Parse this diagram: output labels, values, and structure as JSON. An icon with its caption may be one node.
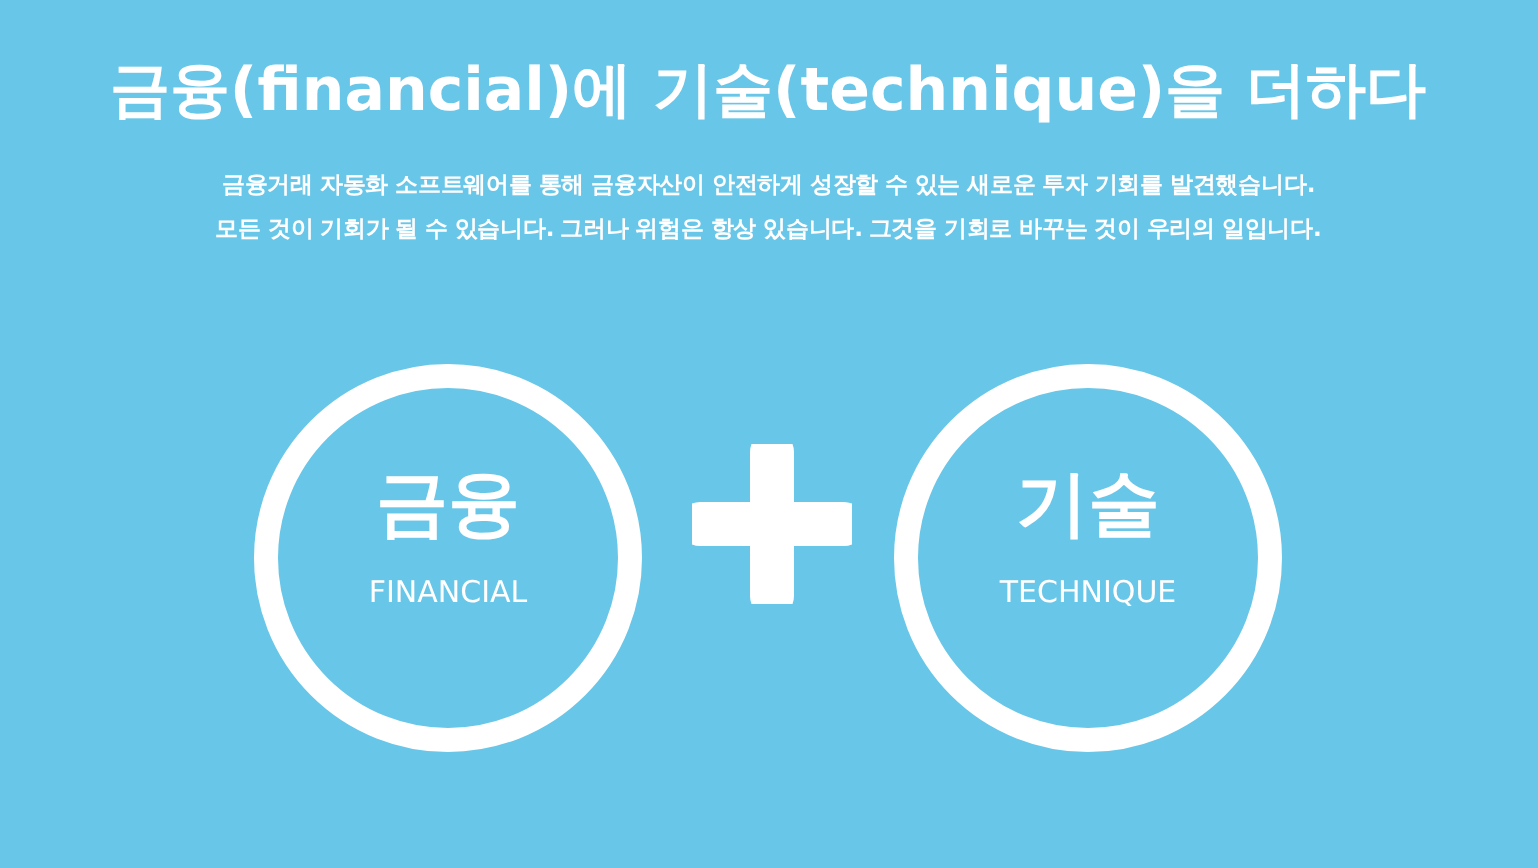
{
  "diagram": {
    "title": "금융(financial)에 기술(technique)을 더하다",
    "nodes": [
      {
        "text": [
          "금융",
          "FINANCIAL"
        ]
      },
      {
        "text": [
          "기술",
          "TECHNIQUE"
        ]
      }
    ],
    "labels": [
      "금융거래 자동화 소프트웨어를 통해 금융자산이 안전하게 성장할 수 있는 새로운 투자 기회를 발견했습니다.",
      "모든 것이 기회가 될 수 있습니다. 그러나 위험은 항상 있습니다. 그것을 기회로 바꾸는 것이 우리의 일입니다."
    ]
  }
}
